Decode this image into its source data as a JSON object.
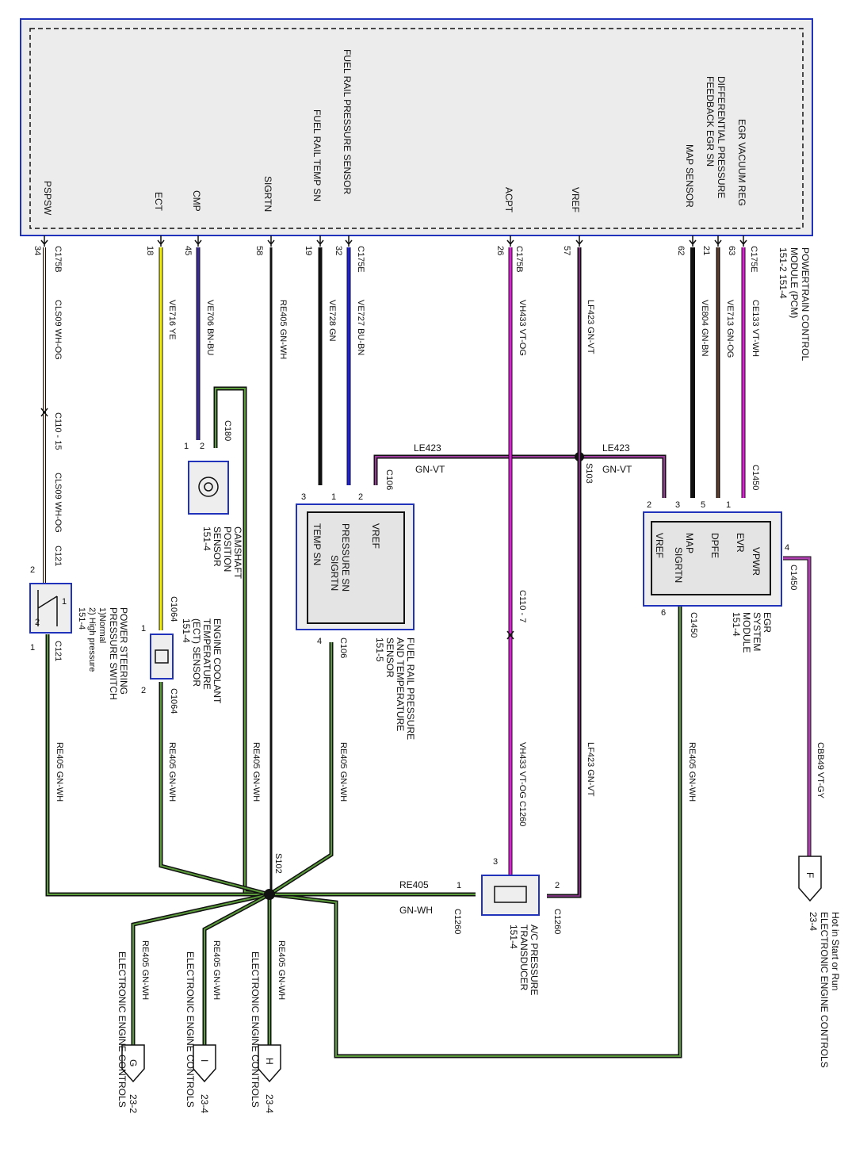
{
  "pcm": {
    "title_lines": [
      "POWERTRAIN CONTROL",
      "MODULE (PCM)",
      "151-2     151-4"
    ],
    "pins": [
      {
        "label": "PSPSW",
        "conn": "C175B",
        "pin": "34"
      },
      {
        "label": "ECT",
        "conn": "",
        "pin": "18"
      },
      {
        "label": "CMP",
        "conn": "",
        "pin": "45"
      },
      {
        "label": "SIGRTN",
        "conn": "",
        "pin": "58"
      },
      {
        "label": "FUEL RAIL TEMP SN",
        "conn": "",
        "pin": "19"
      },
      {
        "label": "FUEL RAIL PRESSURE SENSOR",
        "conn": "C175E",
        "pin": "32"
      },
      {
        "label": "ACPT",
        "conn": "C175B",
        "pin": "26"
      },
      {
        "label": "VREF",
        "conn": "",
        "pin": "57"
      },
      {
        "label": "MAP SENSOR",
        "conn": "",
        "pin": "62"
      },
      {
        "label": "DIFFERENTIAL PRESSURE",
        "label2": "FEEDBACK EGR SN",
        "conn": "",
        "pin": "21"
      },
      {
        "label": "EGR VACUUM REG",
        "conn": "C175E",
        "pin": "63"
      }
    ]
  },
  "wires": {
    "pspsw": "CLS09   WH-OG",
    "pspsw_inline": "C110 - 15",
    "pspsw_2": "CLS09   WH-OG",
    "ect": "VE716   YE",
    "cmp": "VE706   BN-BU",
    "sigrtn": "RE405   GN-WH",
    "temp": "VE728   GN",
    "press": "VE727   BU-BN",
    "acpt": "VH433   VT-OG",
    "acpt_inline": "C110 - 7",
    "acpt_2": "VH433   VT-OG   C1260",
    "vref": "LF423   GN-VT",
    "vref_2": "LF423   GN-VT",
    "map": "VE804   GN-BN",
    "dpfe": "VE713   GN-OG",
    "evr": "CE133   VT-WH",
    "splice_left_top": "LE423",
    "splice_left_bot": "GN-VT",
    "splice_right_top": "LE423",
    "splice_right_bot": "GN-VT",
    "vpwr": "CBB49   VT-GY",
    "gnd": "RE405   GN-WH",
    "gnd_ac_top": "RE405",
    "gnd_ac_bot": "GN-WH"
  },
  "connectors": {
    "c121": "C121",
    "c180": "C180",
    "c106": "C106",
    "c1064": "C1064",
    "c1450": "C1450",
    "c1260": "C1260",
    "s103": "S103",
    "s102": "S102"
  },
  "components": {
    "cmp_sensor": [
      "CAMSHAFT",
      "POSITION",
      "SENSOR",
      "151-4"
    ],
    "ps_switch": [
      "POWER STEERING",
      "PRESSURE SWITCH",
      "1)Normal",
      "2) High pressure",
      "151-4"
    ],
    "ect_sensor": [
      "ENGINE COOLANT",
      "TEMPERATURE",
      "(ECT) SENSOR",
      "151-4"
    ],
    "frp_sensor": [
      "FUEL RAIL PRESSURE",
      "AND TEMPERATURE",
      "SENSOR",
      "151-5"
    ],
    "frp_internal": [
      "VREF",
      "PRESSURE SN",
      "SIGRTN",
      "TEMP SN"
    ],
    "egr_module": [
      "EGR",
      "SYSTEM",
      "MODULE",
      "151-4"
    ],
    "egr_internal": [
      "VPWR",
      "EVR",
      "DPFE",
      "MAP",
      "SIGRTN",
      "VREF"
    ],
    "ac_transducer": [
      "A/C PRESSURE",
      "TRANSDUCER",
      "151-4"
    ]
  },
  "refs": {
    "F": {
      "letter": "F",
      "lines": [
        "Hot in Start or Run",
        "ELECTRONIC ENGINE CONTROLS",
        "23-4"
      ]
    },
    "G": {
      "letter": "G",
      "lines": [
        "ELECTRONIC ENGINE CONTROLS",
        "23-2"
      ]
    },
    "I": {
      "letter": "I",
      "lines": [
        "ELECTRONIC ENGINE CONTROLS",
        "23-4"
      ]
    },
    "H": {
      "letter": "H",
      "lines": [
        "ELECTRONIC ENGINE CONTROLS",
        "23-4"
      ]
    }
  },
  "pin_numbers": {
    "c121_2": "2",
    "c121_1": "1",
    "c180_2": "2",
    "c180_1": "1",
    "c106_3": "3",
    "c106_1": "1",
    "c106_2": "2",
    "c106_4": "4",
    "c1064_1": "1",
    "c1064_2": "2",
    "egr_2": "2",
    "egr_3": "3",
    "egr_5": "5",
    "egr_1": "1",
    "egr_4": "4",
    "egr_6": "6",
    "c1260_1": "1",
    "c1260_2": "2",
    "c1260_3": "3",
    "sw_1": "1",
    "sw_2": "2"
  },
  "colors": {
    "yellow": "#f4f000",
    "brown_blue": "#3a2a9a",
    "blue": "#2020e0",
    "magenta": "#e020d8",
    "black": "#111111",
    "green": "#5a9a3a",
    "border_blue": "#2233bb"
  }
}
